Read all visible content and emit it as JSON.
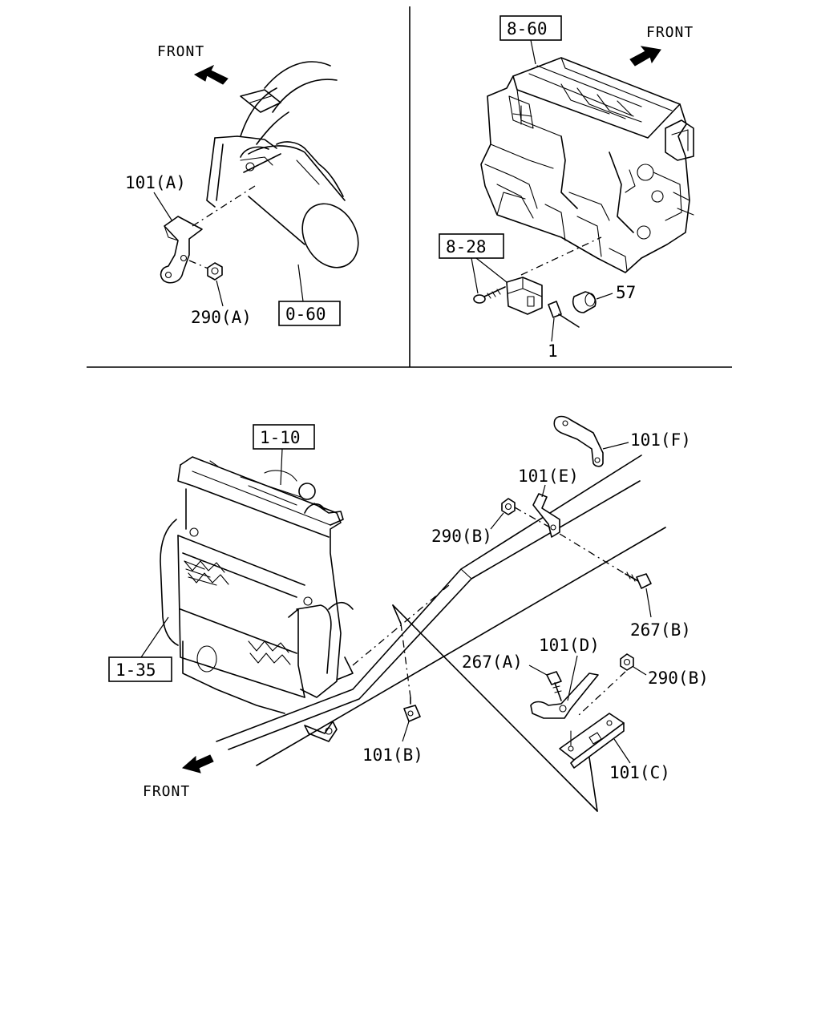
{
  "panels": {
    "top_left": {
      "front_label": "FRONT",
      "callouts": {
        "bracket": "101(A)",
        "nut": "290(A)",
        "ref_box": "0-60"
      }
    },
    "top_right": {
      "front_label": "FRONT",
      "callouts": {
        "ref_box_unit": "8-60",
        "ref_box_screw": "8-28",
        "clip": "57",
        "sensor": "1"
      }
    },
    "bottom": {
      "front_label": "FRONT",
      "callouts": {
        "ref_box_radiator": "1-10",
        "ref_box_condenser": "1-35",
        "bracket_f": "101(F)",
        "bracket_e": "101(E)",
        "nut_b_upper": "290(B)",
        "bolt_b": "267(B)",
        "bracket_d": "101(D)",
        "bolt_a": "267(A)",
        "nut_b_lower": "290(B)",
        "bracket_b": "101(B)",
        "bracket_c": "101(C)"
      }
    }
  }
}
